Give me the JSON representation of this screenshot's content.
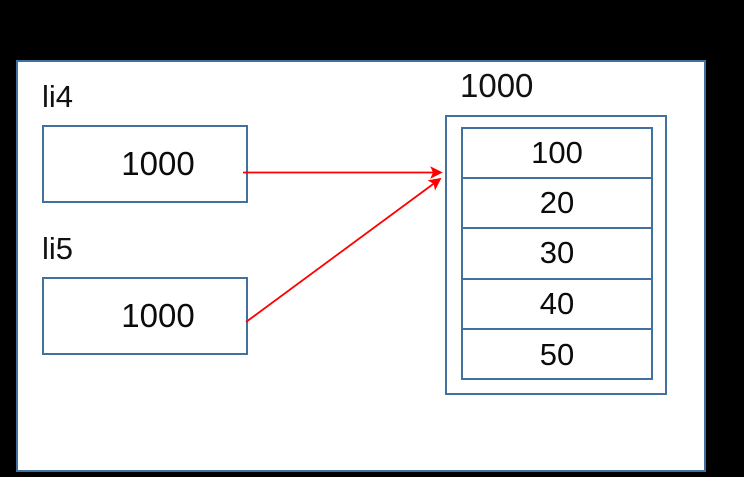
{
  "slide": {
    "background_color": "#ffffff",
    "frame_border_color": "#41719C",
    "outer_background_color": "#000000"
  },
  "pointers": [
    {
      "name": "li4",
      "label": "li4",
      "value": "1000",
      "border_color": "#41719C"
    },
    {
      "name": "li5",
      "label": "li5",
      "value": "1000",
      "border_color": "#41719C"
    }
  ],
  "array": {
    "address_label": "1000",
    "border_color": "#41719C",
    "cells": [
      {
        "value": "100"
      },
      {
        "value": "20"
      },
      {
        "value": "30"
      },
      {
        "value": "40"
      },
      {
        "value": "50"
      }
    ]
  },
  "arrows": {
    "color": "#FF0000",
    "items": [
      {
        "name": "li4-to-array",
        "from": "li4",
        "to": "array"
      },
      {
        "name": "li5-to-array",
        "from": "li5",
        "to": "array"
      }
    ]
  }
}
